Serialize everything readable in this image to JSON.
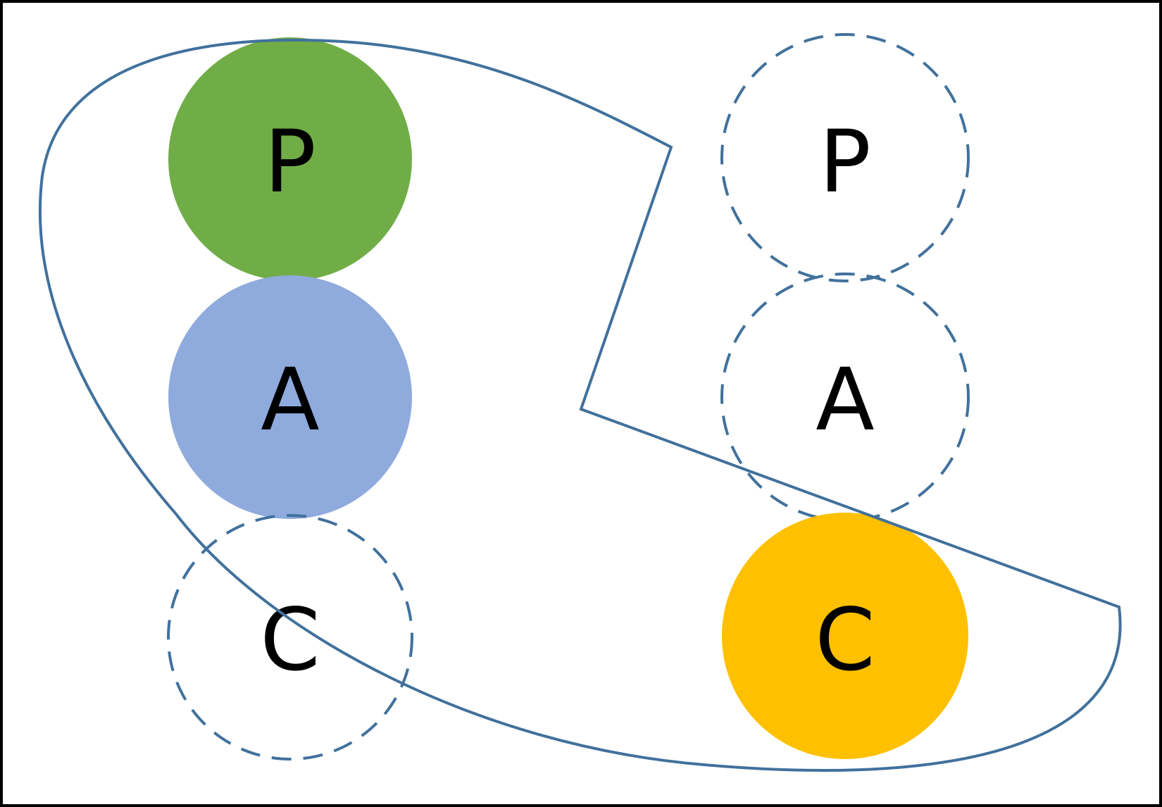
{
  "diagram": {
    "colors": {
      "frame": "#000000",
      "outline": "#41719C",
      "background": "#FFFFFF"
    },
    "nodes": [
      {
        "id": "left-p",
        "label": "P",
        "style": "filled",
        "fill": "#70AD47"
      },
      {
        "id": "left-a",
        "label": "A",
        "style": "filled",
        "fill": "#8FAADC"
      },
      {
        "id": "left-c",
        "label": "C",
        "style": "dashed",
        "fill": "none"
      },
      {
        "id": "right-p",
        "label": "P",
        "style": "dashed",
        "fill": "none"
      },
      {
        "id": "right-a",
        "label": "A",
        "style": "dashed",
        "fill": "none"
      },
      {
        "id": "right-c",
        "label": "C",
        "style": "filled",
        "fill": "#FFC000"
      }
    ]
  }
}
